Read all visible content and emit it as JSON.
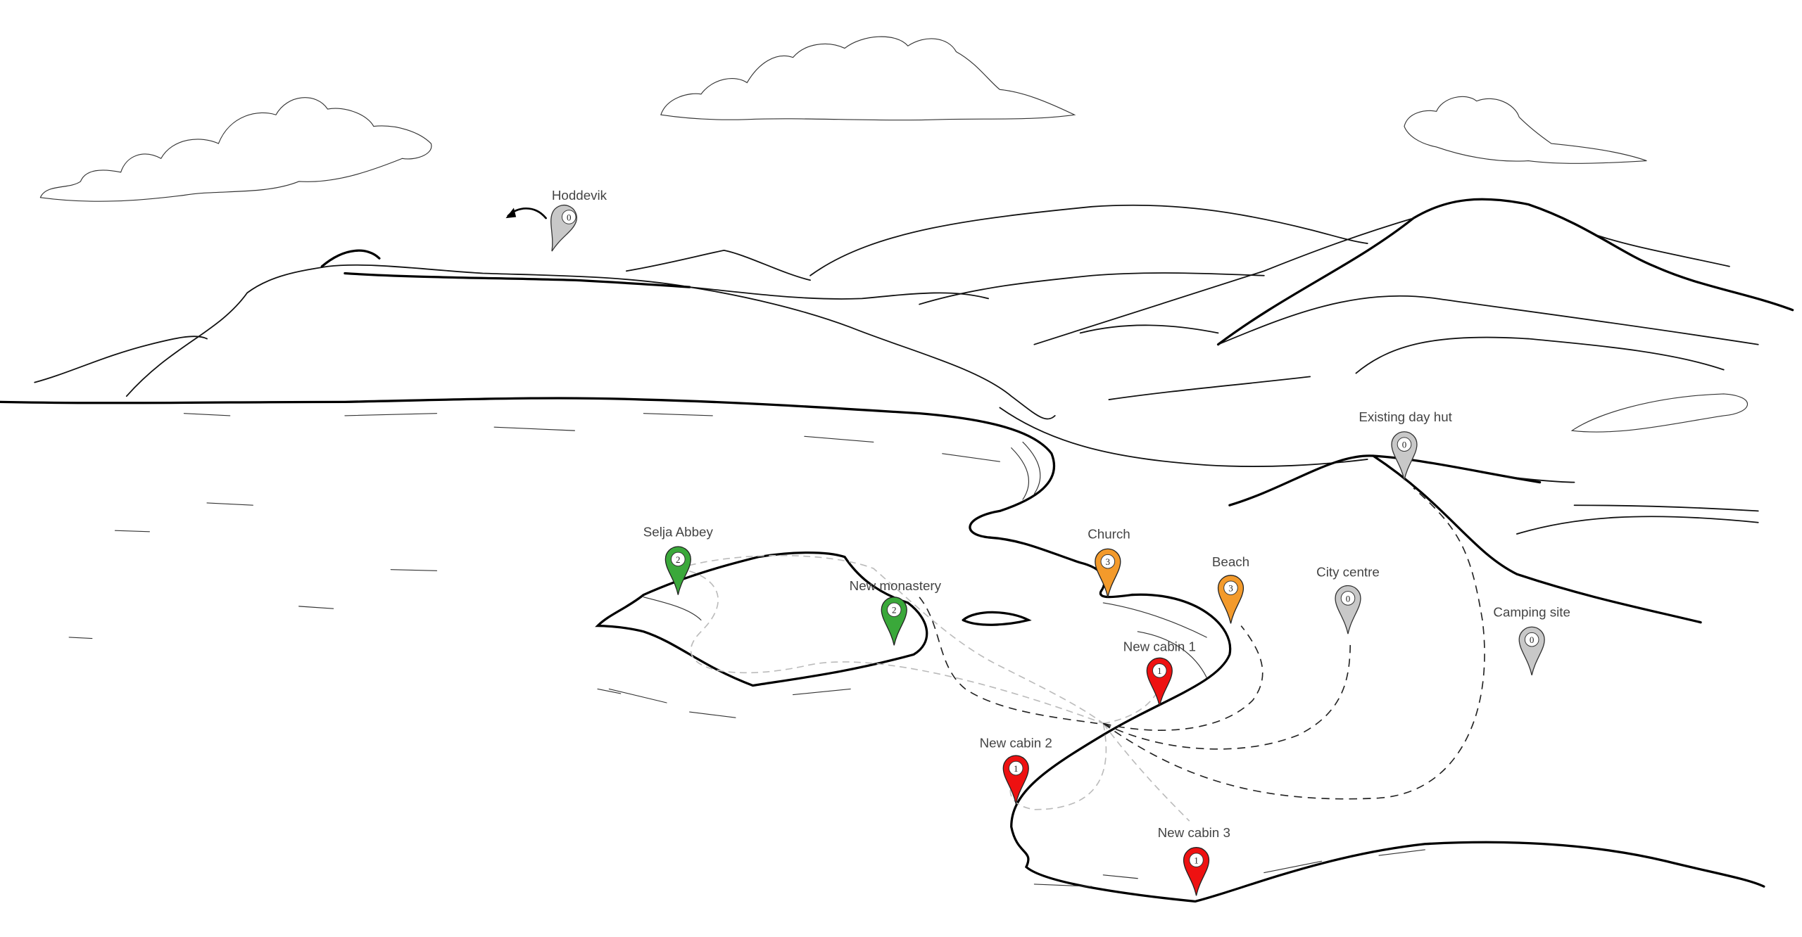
{
  "colors": {
    "red": "#ee1111",
    "orange": "#f39a2b",
    "green": "#3aa83a",
    "grey": "#c8c8c8"
  },
  "places": [
    {
      "name": "Hoddevik",
      "score": "0",
      "category": "grey"
    },
    {
      "name": "Selja Abbey",
      "score": "2",
      "category": "green"
    },
    {
      "name": "New monastery",
      "score": "2",
      "category": "green"
    },
    {
      "name": "Church",
      "score": "3",
      "category": "orange"
    },
    {
      "name": "Beach",
      "score": "3",
      "category": "orange"
    },
    {
      "name": "City centre",
      "score": "0",
      "category": "grey"
    },
    {
      "name": "Camping site",
      "score": "0",
      "category": "grey"
    },
    {
      "name": "Existing day hut",
      "score": "0",
      "category": "grey"
    },
    {
      "name": "New cabin 1",
      "score": "1",
      "category": "red"
    },
    {
      "name": "New cabin 2",
      "score": "1",
      "category": "red"
    },
    {
      "name": "New cabin 3",
      "score": "1",
      "category": "red"
    }
  ]
}
